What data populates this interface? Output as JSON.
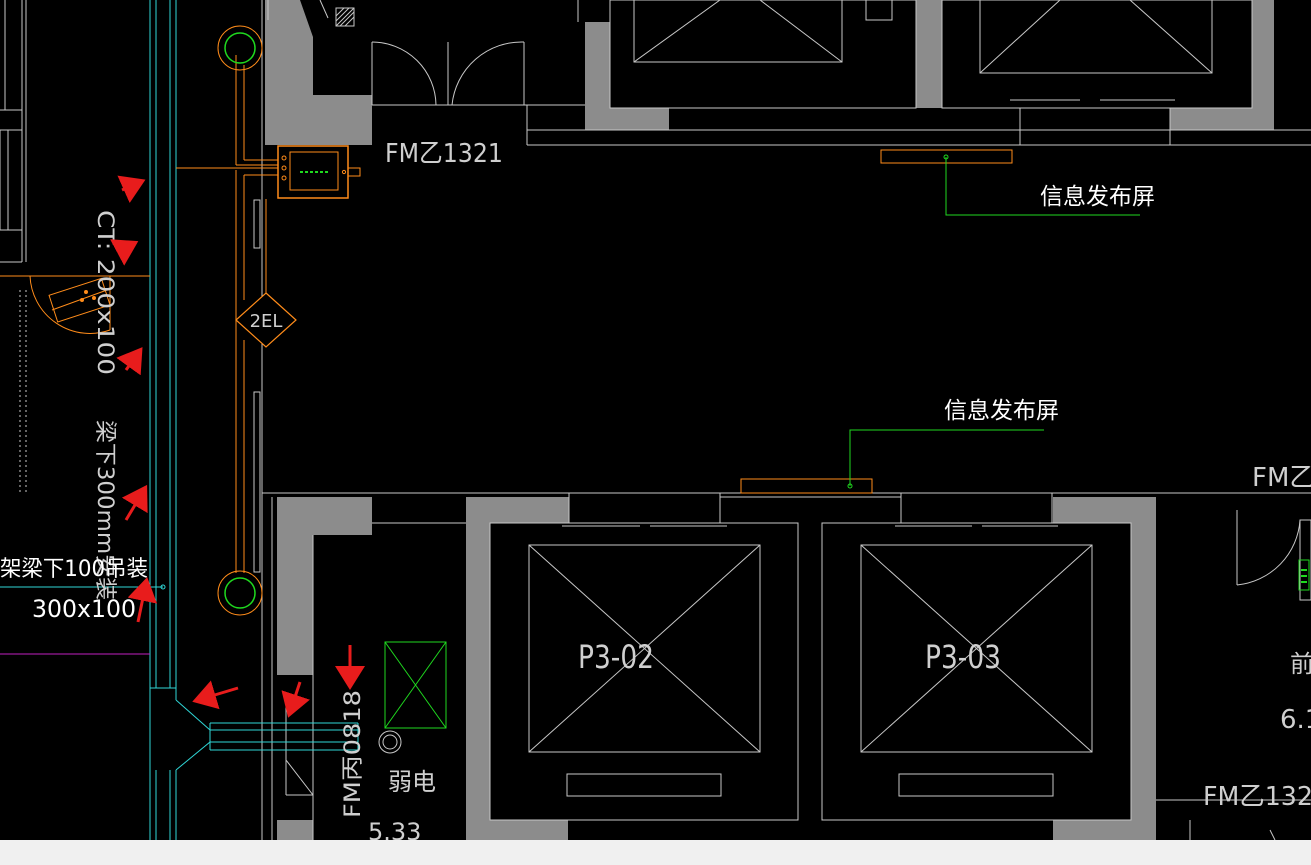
{
  "colors": {
    "background": "#000000",
    "wall": "#8c8c8c",
    "line": "#c8c8c8",
    "orange": "#ff8c1a",
    "green": "#1fd91f",
    "cyan": "#2fd6d6",
    "red": "#e81c1c",
    "magenta": "#c020c0",
    "footer": "#f0f0f0"
  },
  "labels": {
    "door_fm_1321_top": "FM乙1321",
    "info_screen_top": "信息发布屏",
    "info_screen_bottom": "信息发布屏",
    "elevator_tag": "2EL",
    "cable_tray_ct": "CT: 200x100",
    "beam_note_vertical": "梁下300mm安装",
    "hanger_note": "架梁下100吊装",
    "tray_size": "300x100",
    "elevator_p3_02": "P3-02",
    "elevator_p3_03": "P3-03",
    "door_fm_bing_0818": "FM丙0818",
    "weak_current": "弱电",
    "height_5_33": "5.33",
    "door_fm_right_top": "FM乙",
    "door_fm_right_bottom": "FM乙132",
    "front_char": "前",
    "height_6": "6.1"
  },
  "icons": {
    "annotation_arrows": "red-arrow-icon",
    "monitor": "signal-box-icon",
    "riser": "riser-circle-icon"
  }
}
